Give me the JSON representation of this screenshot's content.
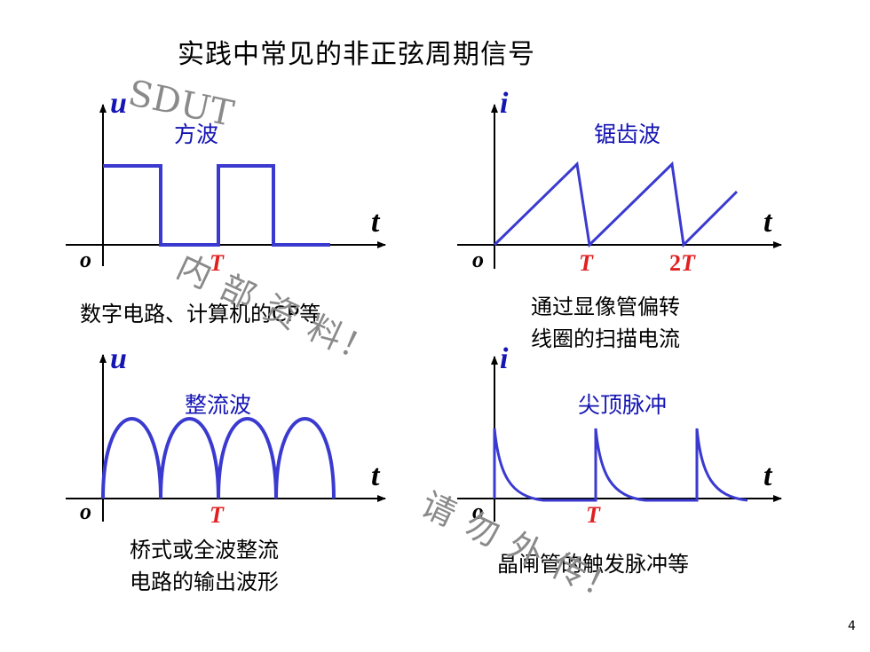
{
  "title": "实践中常见的非正弦周期信号",
  "page_number": "4",
  "watermark": {
    "sdut": "SDUT",
    "line1": "内 部 资 料！",
    "line2": "请 勿 外 传！"
  },
  "panels": {
    "square": {
      "name": "方波",
      "y_axis": "u",
      "x_axis": "t",
      "origin": "o",
      "tick_T": "T",
      "caption": "数字电路、计算机的CP等"
    },
    "sawtooth": {
      "name": "锯齿波",
      "y_axis": "i",
      "x_axis": "t",
      "origin": "o",
      "tick_T": "T",
      "tick_2T_num": "2",
      "tick_2T_var": "T",
      "caption_line1": "通过显像管偏转",
      "caption_line2": "线圈的扫描电流"
    },
    "rectified": {
      "name": "整流波",
      "y_axis": "u",
      "x_axis": "t",
      "origin": "o",
      "tick_T": "T",
      "caption_line1": "桥式或全波整流",
      "caption_line2": "电路的输出波形"
    },
    "spike": {
      "name": "尖顶脉冲",
      "y_axis": "i",
      "x_axis": "t",
      "origin": "o",
      "tick_T": "T",
      "caption": "晶闸管的触发脉冲等"
    }
  },
  "colors": {
    "waveform": "#3a3ad0",
    "label_blue": "#1515b4",
    "tick_red": "#e02020",
    "axis": "#000000",
    "watermark": "#8a8a8a"
  }
}
